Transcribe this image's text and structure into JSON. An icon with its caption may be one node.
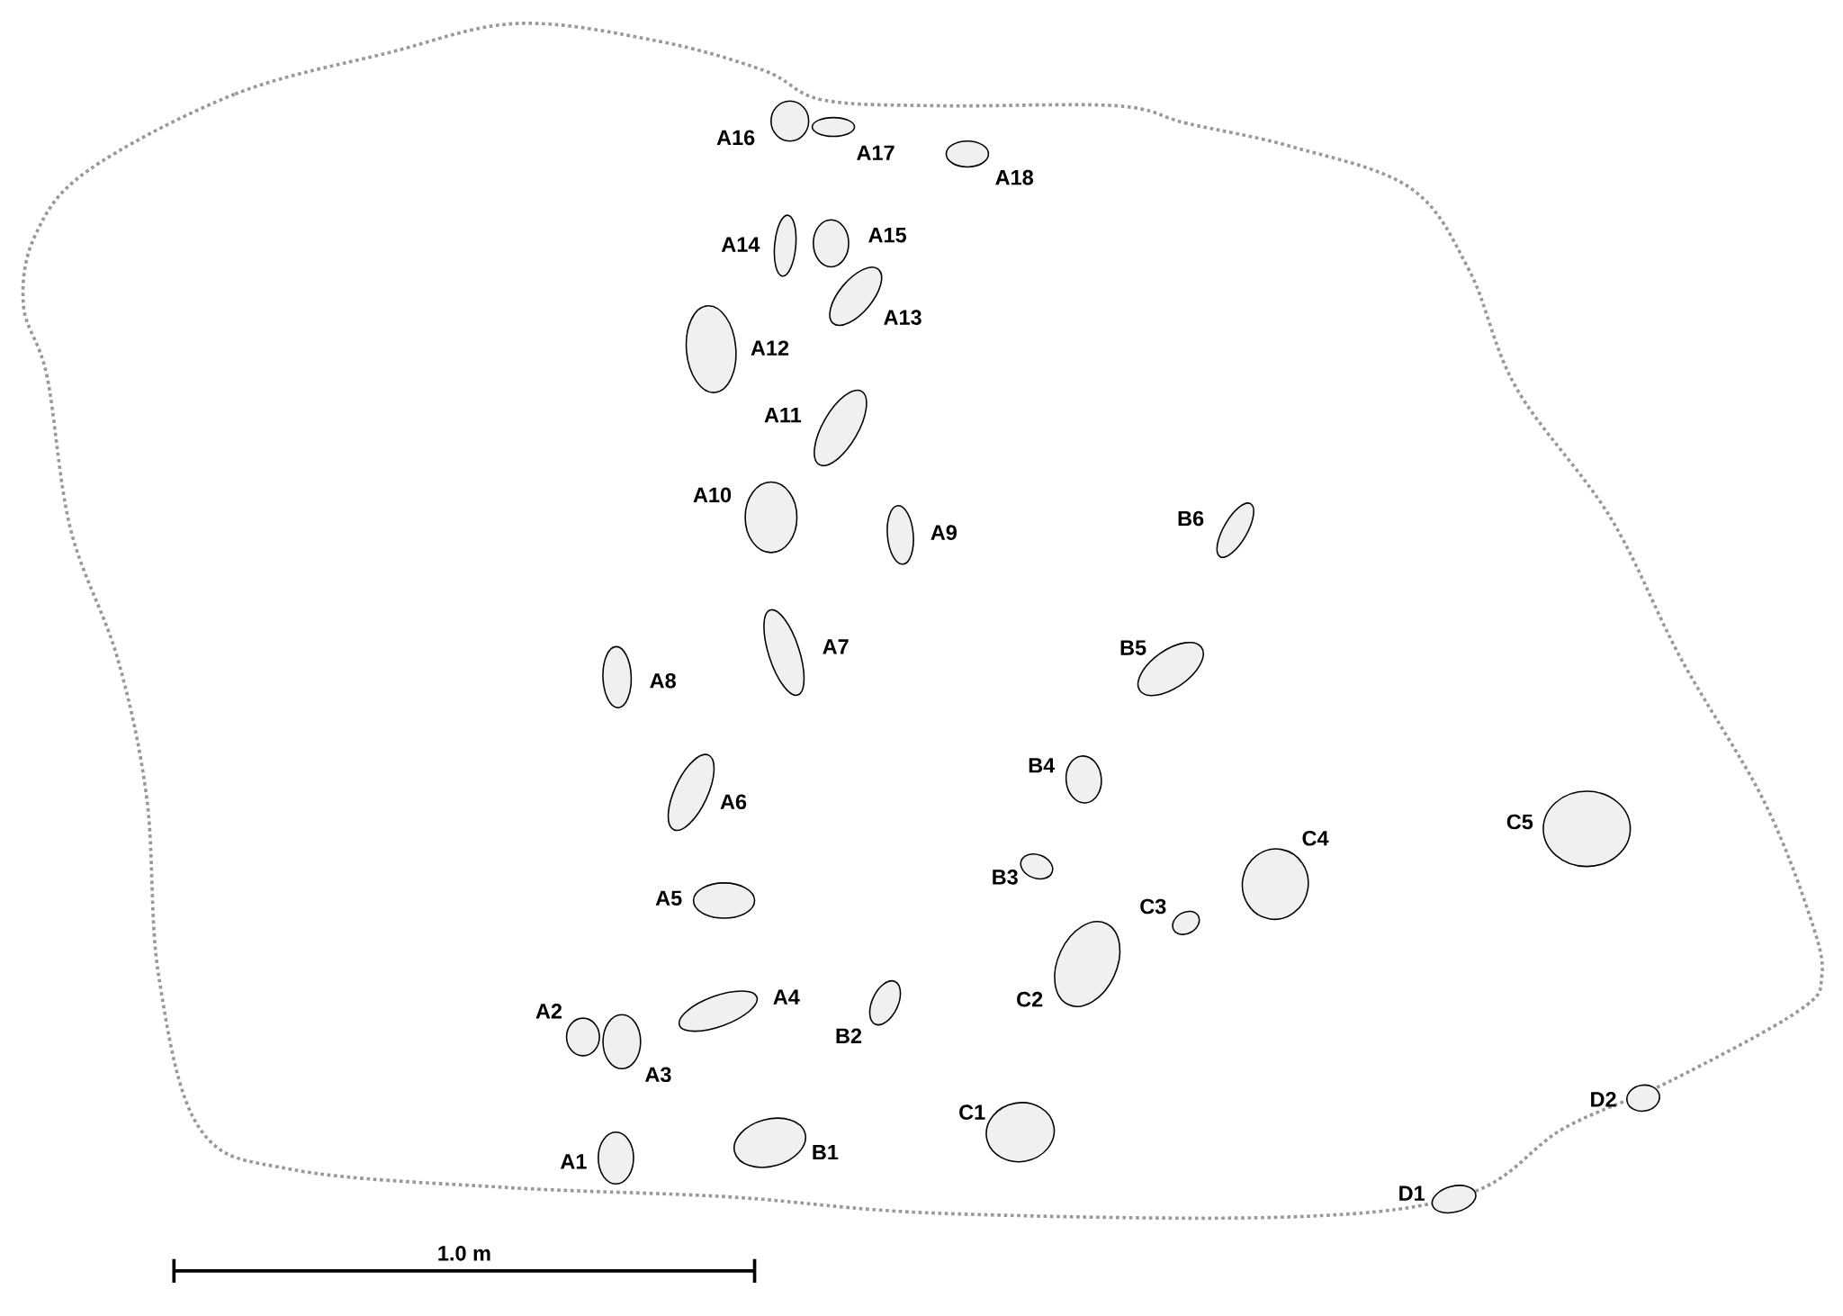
{
  "diagram": {
    "nodes": [
      {
        "text": [],
        "shape": "stone",
        "beside": [
          "A16"
        ]
      },
      {
        "text": [],
        "shape": "stone",
        "beside": [
          "A17"
        ]
      },
      {
        "text": [],
        "shape": "stone",
        "beside": [
          "A18"
        ]
      },
      {
        "text": [],
        "shape": "stone",
        "beside": [
          "A14"
        ]
      },
      {
        "text": [],
        "shape": "stone",
        "beside": [
          "A15"
        ]
      },
      {
        "text": [],
        "shape": "stone",
        "beside": [
          "A13"
        ]
      },
      {
        "text": [],
        "shape": "stone",
        "beside": [
          "A12"
        ]
      },
      {
        "text": [],
        "shape": "stone",
        "beside": [
          "A11"
        ]
      },
      {
        "text": [],
        "shape": "stone",
        "beside": [
          "A10"
        ]
      },
      {
        "text": [],
        "shape": "stone",
        "beside": [
          "A9"
        ]
      },
      {
        "text": [],
        "shape": "stone",
        "beside": [
          "B6"
        ]
      },
      {
        "text": [],
        "shape": "stone",
        "beside": [
          "A7"
        ]
      },
      {
        "text": [],
        "shape": "stone",
        "beside": [
          "A8"
        ]
      },
      {
        "text": [],
        "shape": "stone",
        "beside": [
          "B5"
        ]
      },
      {
        "text": [],
        "shape": "stone",
        "beside": [
          "B4"
        ]
      },
      {
        "text": [],
        "shape": "stone",
        "beside": [
          "A6"
        ]
      },
      {
        "text": [],
        "shape": "stone",
        "beside": [
          "C5"
        ]
      },
      {
        "text": [],
        "shape": "stone",
        "beside": [
          "C4"
        ]
      },
      {
        "text": [],
        "shape": "stone",
        "beside": [
          "B3"
        ]
      },
      {
        "text": [],
        "shape": "stone",
        "beside": [
          "A5"
        ]
      },
      {
        "text": [],
        "shape": "stone",
        "beside": [
          "C3"
        ]
      },
      {
        "text": [],
        "shape": "stone",
        "beside": [
          "C2"
        ]
      },
      {
        "text": [],
        "shape": "stone",
        "beside": [
          "A4"
        ]
      },
      {
        "text": [],
        "shape": "stone",
        "beside": [
          "B2"
        ]
      },
      {
        "text": [],
        "shape": "stone",
        "beside": [
          "A2"
        ]
      },
      {
        "text": [],
        "shape": "stone",
        "beside": [
          "A3"
        ]
      },
      {
        "text": [],
        "shape": "stone",
        "beside": [
          "C1"
        ]
      },
      {
        "text": [],
        "shape": "stone",
        "beside": [
          "D2"
        ]
      },
      {
        "text": [],
        "shape": "stone",
        "beside": [
          "A1"
        ]
      },
      {
        "text": [],
        "shape": "stone",
        "beside": [
          "B1"
        ]
      },
      {
        "text": [],
        "shape": "stone",
        "beside": [
          "D1"
        ]
      }
    ],
    "labels": [
      "1.0 m"
    ]
  }
}
